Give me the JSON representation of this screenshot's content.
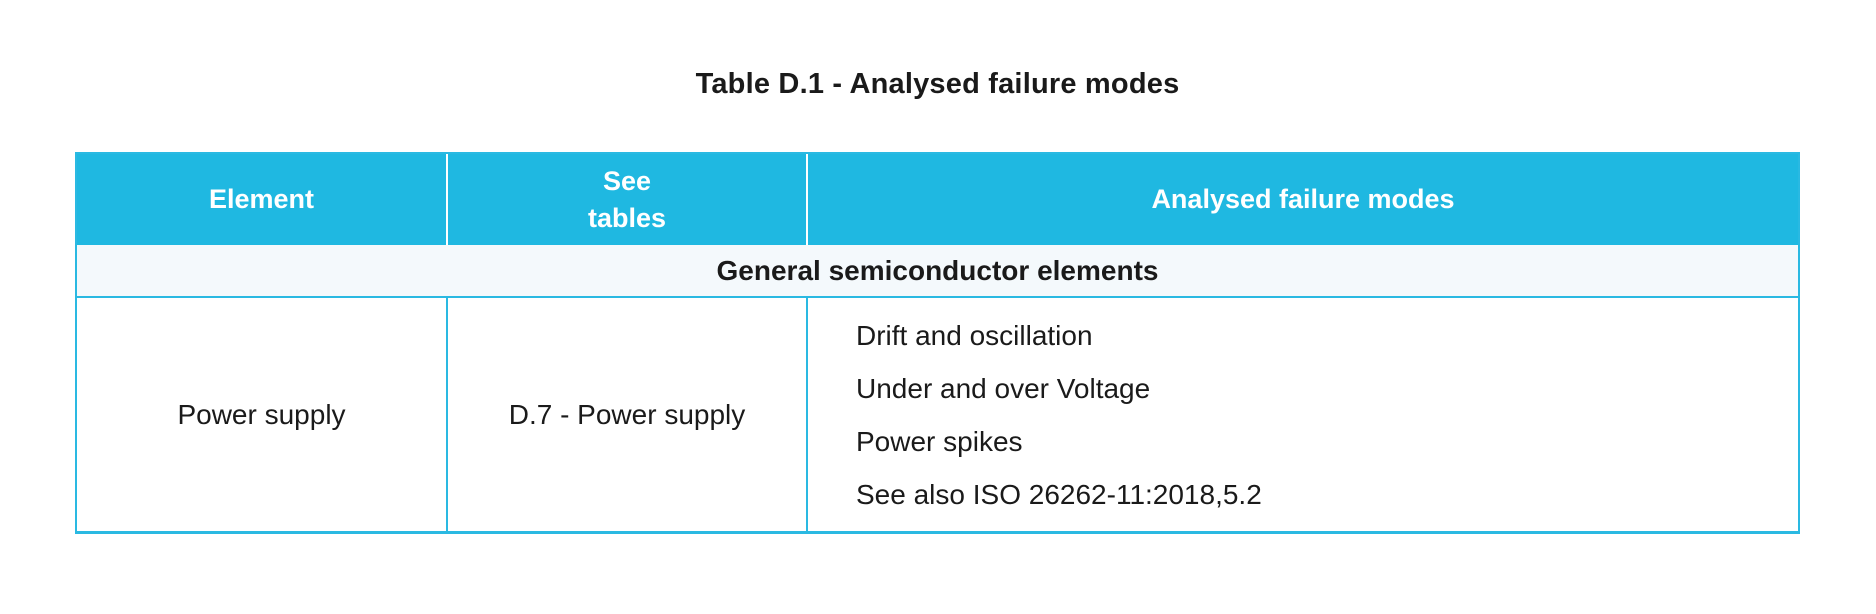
{
  "title": "Table D.1 - Analysed failure modes",
  "colors": {
    "accent": "#1FB8E1",
    "border": "#2AB9E2",
    "section-bg": "#F4F9FC",
    "header-text": "#FFFFFF",
    "text": "#1A1A1A",
    "page-bg": "#FFFFFF"
  },
  "table": {
    "headers": [
      "Element",
      "See\ntables",
      "Analysed failure modes"
    ],
    "section_label": "General semiconductor elements",
    "row": {
      "element": "Power supply",
      "see_tables": "D.7 - Power supply",
      "failure_modes": [
        "Drift and oscillation",
        "Under and over Voltage",
        "Power spikes",
        "See also ISO 26262-11:2018,5.2"
      ]
    }
  }
}
